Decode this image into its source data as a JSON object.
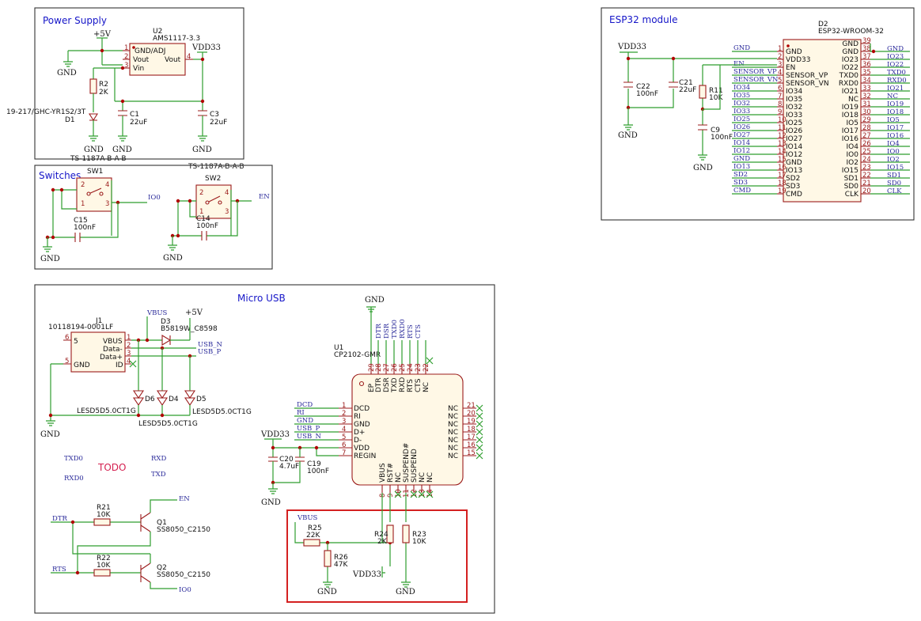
{
  "sheets": {
    "power": "Power Supply",
    "switches": "Switches",
    "usb": "Micro USB",
    "esp": "ESP32 module"
  },
  "todo": "TODO",
  "power": {
    "u2_ref": "U2",
    "u2_val": "AMS1117-3.3",
    "u2_gndadj": "GND/ADJ",
    "u2_vout_in": "Vout",
    "u2_vin": "Vin",
    "u2_vout_out": "Vout",
    "u2_p1": "1",
    "u2_p2": "2",
    "u2_p3": "3",
    "u2_p4": "4",
    "p5v": "+5V",
    "vdd33": "VDD33",
    "gnd1": "GND",
    "gnd2": "GND",
    "gnd3": "GND",
    "gnd4": "GND",
    "r2_ref": "R2",
    "r2_val": "2K",
    "d1_part": "19-217/GHC-YR1S2/3T",
    "d1_ref": "D1",
    "c1_ref": "C1",
    "c1_val": "22uF",
    "c3_ref": "C3",
    "c3_val": "22uF"
  },
  "switches": {
    "sw1_part": "TS-1187A-B-A-B",
    "sw1_ref": "SW1",
    "sw2_part": "TS-1187A-B-A-B",
    "sw2_ref": "SW2",
    "io0": "IO0",
    "en": "EN",
    "c15_ref": "C15",
    "c15_val": "100nF",
    "c14_ref": "C14",
    "c14_val": "100nF",
    "gnd1": "GND",
    "gnd2": "GND",
    "p1": "1",
    "p2": "2",
    "p3": "3",
    "p4": "4"
  },
  "usb": {
    "j1_part": "10118194-0001LF",
    "j1_ref": "J1",
    "j1_pins": [
      "VBUS",
      "Data-",
      "Data+",
      "ID",
      "GND"
    ],
    "j1_nums": [
      "1",
      "2",
      "3",
      "4",
      "5",
      "6"
    ],
    "vbus": "VBUS",
    "p5v": "+5V",
    "d3_ref": "D3",
    "d3_val": "B5819W_C8598",
    "usb_n": "USB_N",
    "usb_p": "USB_P",
    "d6": "D6",
    "d4": "D4",
    "d5": "D5",
    "lesd": "LESD5D5.0CT1G",
    "gnd": "GND",
    "txd0": "TXD0",
    "rxd0": "RXD0",
    "rxd": "RXD",
    "txd": "TXD",
    "dtr": "DTR",
    "rts": "RTS",
    "en": "EN",
    "io0": "IO0",
    "r21_ref": "R21",
    "r21_val": "10K",
    "r22_ref": "R22",
    "r22_val": "10K",
    "q1_ref": "Q1",
    "q1_val": "SS8050_C2150",
    "q2_ref": "Q2",
    "q2_val": "SS8050_C2150",
    "u1_ref": "U1",
    "u1_val": "CP2102-GMR",
    "top_gnd": "GND",
    "top_nets": [
      "DTR",
      "DSR",
      "TXD0",
      "RXD0",
      "RTS",
      "CTS"
    ],
    "top_names": [
      "EP",
      "DTR",
      "DSR",
      "TXD",
      "RXD",
      "RTS",
      "CTS",
      "NC"
    ],
    "top_nums": [
      "29",
      "28",
      "27",
      "26",
      "25",
      "24",
      "23",
      "22"
    ],
    "left_names": [
      "DCD",
      "RI",
      "GND",
      "D+",
      "D-",
      "VDD",
      "REGIN"
    ],
    "left_nums": [
      "1",
      "2",
      "3",
      "4",
      "5",
      "6",
      "7"
    ],
    "left_nets": [
      "DCD",
      "RI",
      "GND",
      "USB_P",
      "USB_N"
    ],
    "right_names": [
      "NC",
      "NC",
      "NC",
      "NC",
      "NC",
      "NC",
      "NC"
    ],
    "right_nums": [
      "21",
      "20",
      "19",
      "18",
      "17",
      "16",
      "15"
    ],
    "bot_names": [
      "VBUS",
      "RST#",
      "NC",
      "SUSPEND#",
      "SUSPEND",
      "NC",
      "NC"
    ],
    "bot_nums": [
      "8",
      "9",
      "10",
      "11",
      "12",
      "13",
      "14"
    ],
    "vdd33": "VDD33",
    "c20_ref": "C20",
    "c20_val": "4.7uF",
    "c19_ref": "C19",
    "c19_val": "100nF",
    "gnd_c": "GND",
    "vbus2": "VBUS",
    "r25_ref": "R25",
    "r25_val": "22K",
    "r26_ref": "R26",
    "r26_val": "47K",
    "r24_ref": "R24",
    "r24_val": "2K",
    "r23_ref": "R23",
    "r23_val": "10K",
    "vdd33b": "VDD33",
    "gnd_b1": "GND",
    "gnd_b2": "GND"
  },
  "esp": {
    "d2_ref": "D2",
    "d2_val": "ESP32-WROOM-32",
    "vdd33": "VDD33",
    "c22_ref": "C22",
    "c22_val": "100nF",
    "c21_ref": "C21",
    "c21_val": "22uF",
    "r11_ref": "R11",
    "r11_val": "10K",
    "c9_ref": "C9",
    "c9_val": "100nF",
    "gnd1": "GND",
    "gnd2": "GND",
    "left_pins": [
      "GND",
      "VDD33",
      "EN",
      "SENSOR_VP",
      "SENSOR_VN",
      "IO34",
      "IO35",
      "IO32",
      "IO33",
      "IO25",
      "IO26",
      "IO27",
      "IO14",
      "IO12",
      "GND",
      "IO13",
      "SD2",
      "SD3",
      "CMD"
    ],
    "left_nums": [
      "1",
      "2",
      "3",
      "4",
      "5",
      "6",
      "7",
      "8",
      "9",
      "10",
      "11",
      "12",
      "13",
      "14",
      "15",
      "16",
      "17",
      "18",
      "19"
    ],
    "left_nets": [
      "GND",
      "",
      "EN",
      "SENSOR_VP",
      "SENSOR_VN",
      "IO34",
      "IO35",
      "IO32",
      "IO33",
      "IO25",
      "IO26",
      "IO27",
      "IO14",
      "IO12",
      "GND",
      "IO13",
      "SD2",
      "SD3",
      "CMD"
    ],
    "right_pins": [
      "GND",
      "GND",
      "IO23",
      "IO22",
      "TXD0",
      "RXD0",
      "IO21",
      "NC",
      "IO19",
      "IO18",
      "IO5",
      "IO17",
      "IO16",
      "IO4",
      "IO0",
      "IO2",
      "IO15",
      "SD1",
      "SD0",
      "CLK"
    ],
    "right_nums": [
      "39",
      "38",
      "37",
      "36",
      "35",
      "34",
      "33",
      "32",
      "31",
      "30",
      "29",
      "28",
      "27",
      "26",
      "25",
      "24",
      "23",
      "22",
      "21",
      "20"
    ],
    "right_nets": [
      "",
      "GND",
      "IO23",
      "IO22",
      "TXD0",
      "RXD0",
      "IO21",
      "NC",
      "IO19",
      "IO18",
      "IO5",
      "IO17",
      "IO16",
      "IO4",
      "IO0",
      "IO2",
      "IO15",
      "SD1",
      "SD0",
      "CLK"
    ],
    "colors": {
      "highlight": "#d42020"
    }
  }
}
